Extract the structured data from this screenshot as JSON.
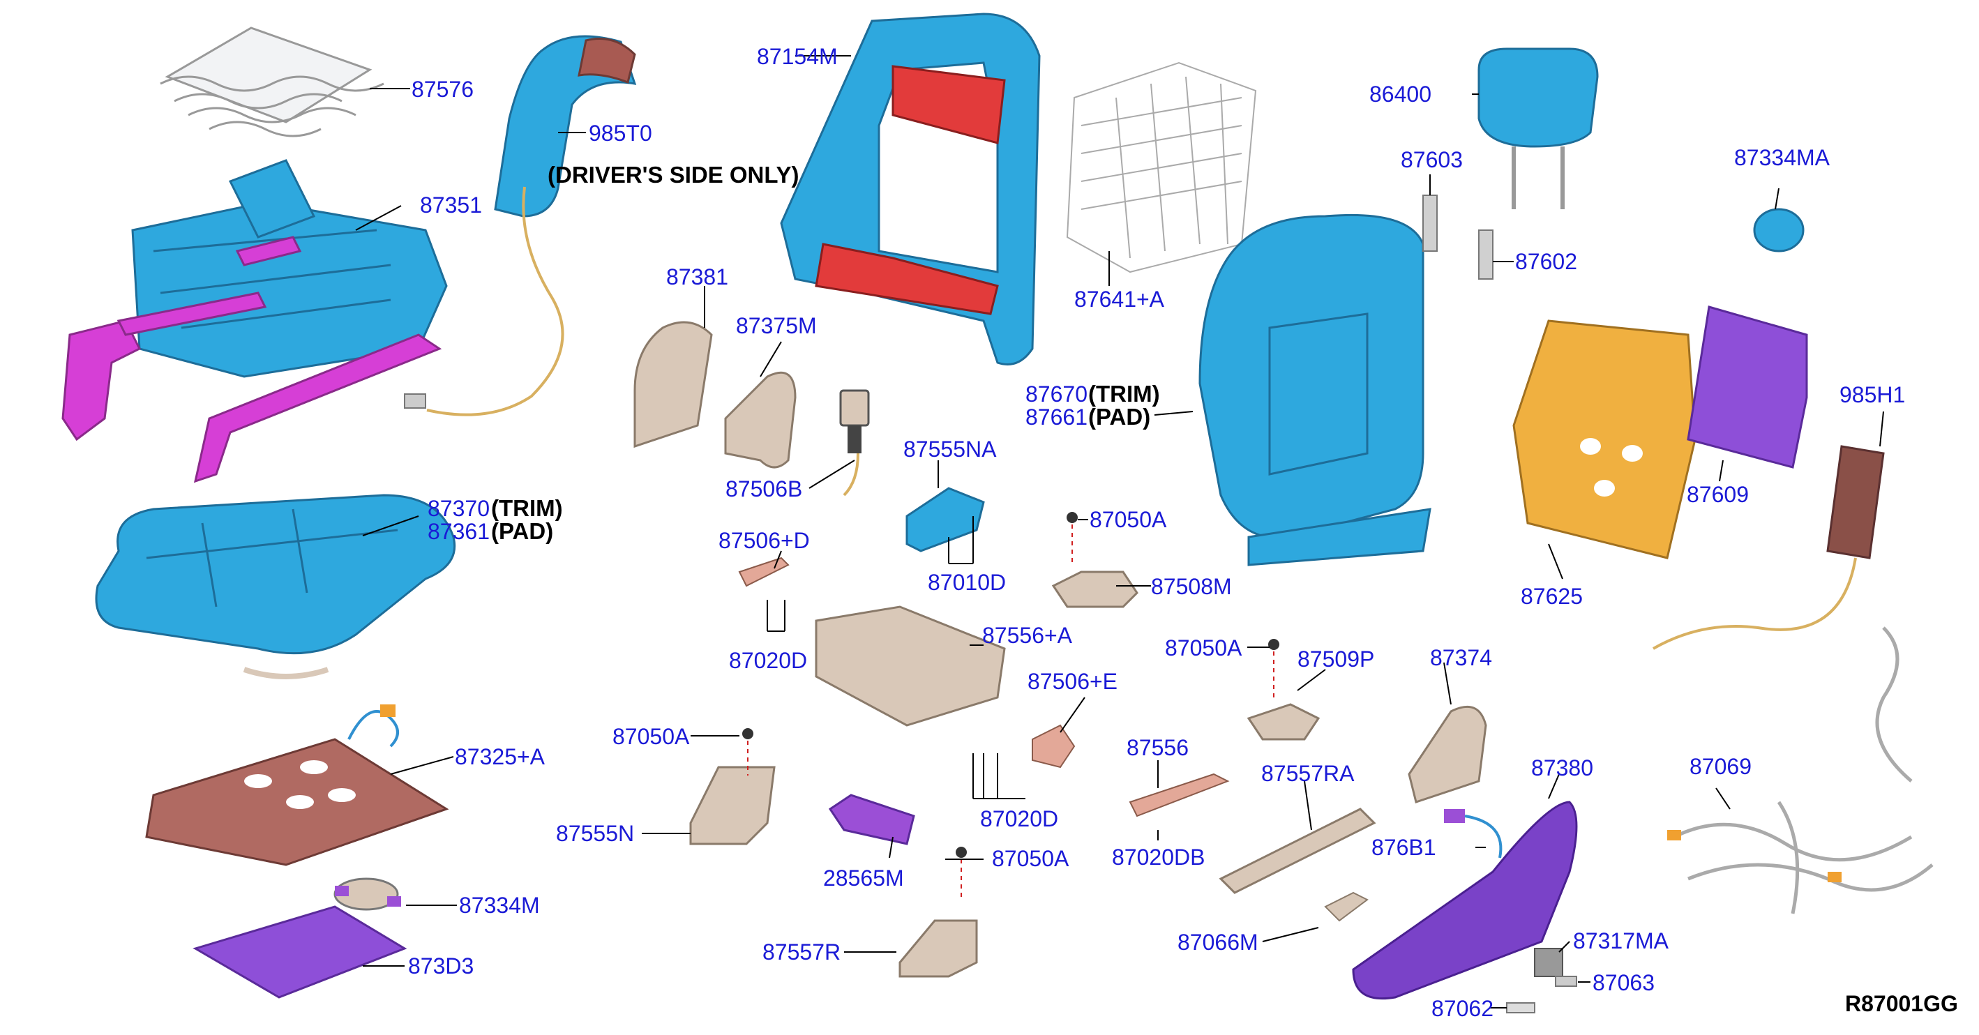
{
  "diagram": {
    "reference_code": "R87001GG",
    "notes": {
      "drivers_side_only": "(DRIVER'S SIDE ONLY)",
      "trim": "(TRIM)",
      "pad": "(PAD)"
    },
    "parts": [
      {
        "id": "p87576",
        "label": "87576",
        "color": "#e9ecef"
      },
      {
        "id": "p985T0",
        "label": "985T0",
        "color": "#2ea8de"
      },
      {
        "id": "p87351",
        "label": "87351",
        "color": "#2ea8de"
      },
      {
        "id": "p87370",
        "label": "87370",
        "color": "#2ea8de"
      },
      {
        "id": "p87361",
        "label": "87361",
        "color": "#2ea8de"
      },
      {
        "id": "p87325A",
        "label": "87325+A",
        "color": "#b06a62"
      },
      {
        "id": "p87334M",
        "label": "87334M",
        "color": "#9b4fd6"
      },
      {
        "id": "p873D3",
        "label": "873D3",
        "color": "#8e4fd8"
      },
      {
        "id": "p87154M",
        "label": "87154M",
        "color": "#2ea8de"
      },
      {
        "id": "p87381",
        "label": "87381",
        "color": "#d9c8b8"
      },
      {
        "id": "p87375M",
        "label": "87375M",
        "color": "#d9c8b8"
      },
      {
        "id": "p87506B",
        "label": "87506B",
        "color": "#d9c8b8"
      },
      {
        "id": "p87555NA",
        "label": "87555NA",
        "color": "#2ea8de"
      },
      {
        "id": "p87506D",
        "label": "87506+D",
        "color": "#e3a898"
      },
      {
        "id": "p87010D",
        "label": "87010D",
        "color": "#cccccc"
      },
      {
        "id": "p87020D_a",
        "label": "87020D",
        "color": "#cccccc"
      },
      {
        "id": "p87556A",
        "label": "87556+A",
        "color": "#d9c8b8"
      },
      {
        "id": "p87050A_a",
        "label": "87050A",
        "color": "#555555"
      },
      {
        "id": "p87508M",
        "label": "87508M",
        "color": "#d9c8b8"
      },
      {
        "id": "p87641A",
        "label": "87641+A",
        "color": "#bbbbbb"
      },
      {
        "id": "p87670",
        "label": "87670",
        "color": "#2ea8de"
      },
      {
        "id": "p87661",
        "label": "87661",
        "color": "#2ea8de"
      },
      {
        "id": "p86400",
        "label": "86400",
        "color": "#2ea8de"
      },
      {
        "id": "p87603",
        "label": "87603",
        "color": "#cccccc"
      },
      {
        "id": "p87602",
        "label": "87602",
        "color": "#cccccc"
      },
      {
        "id": "p87334MA",
        "label": "87334MA",
        "color": "#2ea8de"
      },
      {
        "id": "p87625",
        "label": "87625",
        "color": "#f0b040"
      },
      {
        "id": "p87609",
        "label": "87609",
        "color": "#8e4fd8"
      },
      {
        "id": "p985H1",
        "label": "985H1",
        "color": "#8a5048"
      },
      {
        "id": "p87050A_b",
        "label": "87050A",
        "color": "#555555"
      },
      {
        "id": "p87555N",
        "label": "87555N",
        "color": "#d9c8b8"
      },
      {
        "id": "p28565M",
        "label": "28565M",
        "color": "#9b4fd6"
      },
      {
        "id": "p87506E",
        "label": "87506+E",
        "color": "#e3a898"
      },
      {
        "id": "p87020D_b",
        "label": "87020D",
        "color": "#cccccc"
      },
      {
        "id": "p87050A_c",
        "label": "87050A",
        "color": "#555555"
      },
      {
        "id": "p87557R",
        "label": "87557R",
        "color": "#d9c8b8"
      },
      {
        "id": "p87050A_d",
        "label": "87050A",
        "color": "#555555"
      },
      {
        "id": "p87509P",
        "label": "87509P",
        "color": "#d9c8b8"
      },
      {
        "id": "p87556",
        "label": "87556",
        "color": "#e3a898"
      },
      {
        "id": "p87020DB",
        "label": "87020DB",
        "color": "#cccccc"
      },
      {
        "id": "p87557RA",
        "label": "87557RA",
        "color": "#d9c8b8"
      },
      {
        "id": "p87374",
        "label": "87374",
        "color": "#d9c8b8"
      },
      {
        "id": "p876B1",
        "label": "876B1",
        "color": "#9b4fd6"
      },
      {
        "id": "p87066M",
        "label": "87066M",
        "color": "#d9c8b8"
      },
      {
        "id": "p87380",
        "label": "87380",
        "color": "#7a42c8"
      },
      {
        "id": "p87317MA",
        "label": "87317MA",
        "color": "#999999"
      },
      {
        "id": "p87063",
        "label": "87063",
        "color": "#cccccc"
      },
      {
        "id": "p87062",
        "label": "87062",
        "color": "#cccccc"
      },
      {
        "id": "p87069",
        "label": "87069",
        "color": "#bbbbbb"
      }
    ]
  }
}
